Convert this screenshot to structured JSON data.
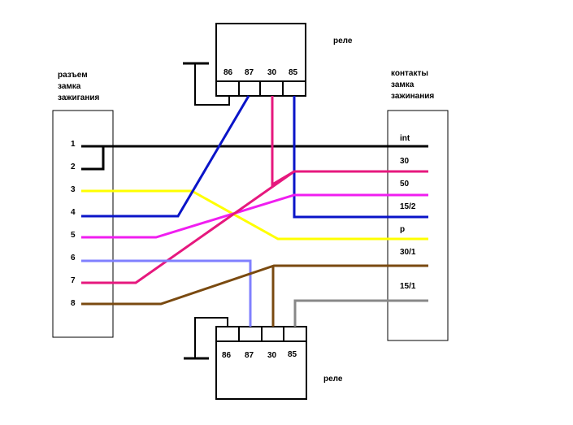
{
  "relay_top": {
    "label": "реле",
    "pins": [
      "86",
      "87",
      "30",
      "85"
    ]
  },
  "relay_bottom": {
    "label": "реле",
    "pins": [
      "86",
      "87",
      "30",
      "85"
    ]
  },
  "left_connector": {
    "title_lines": [
      "разъем",
      "замка",
      "зажигания"
    ],
    "pins": [
      "1",
      "2",
      "3",
      "4",
      "5",
      "6",
      "7",
      "8"
    ]
  },
  "right_connector": {
    "title_lines": [
      "контакты",
      "замка",
      "зажинания"
    ],
    "pins": [
      "int",
      "30",
      "50",
      "15/2",
      "p",
      "30/1",
      "15/1"
    ]
  },
  "colors": {
    "black": "#000000",
    "blue": "#0a14c8",
    "magenta": "#e6187e",
    "violet": "#f01ef0",
    "yellow": "#ffff00",
    "light_blue": "#8080ff",
    "brown": "#7a4a10",
    "gray": "#888888"
  }
}
